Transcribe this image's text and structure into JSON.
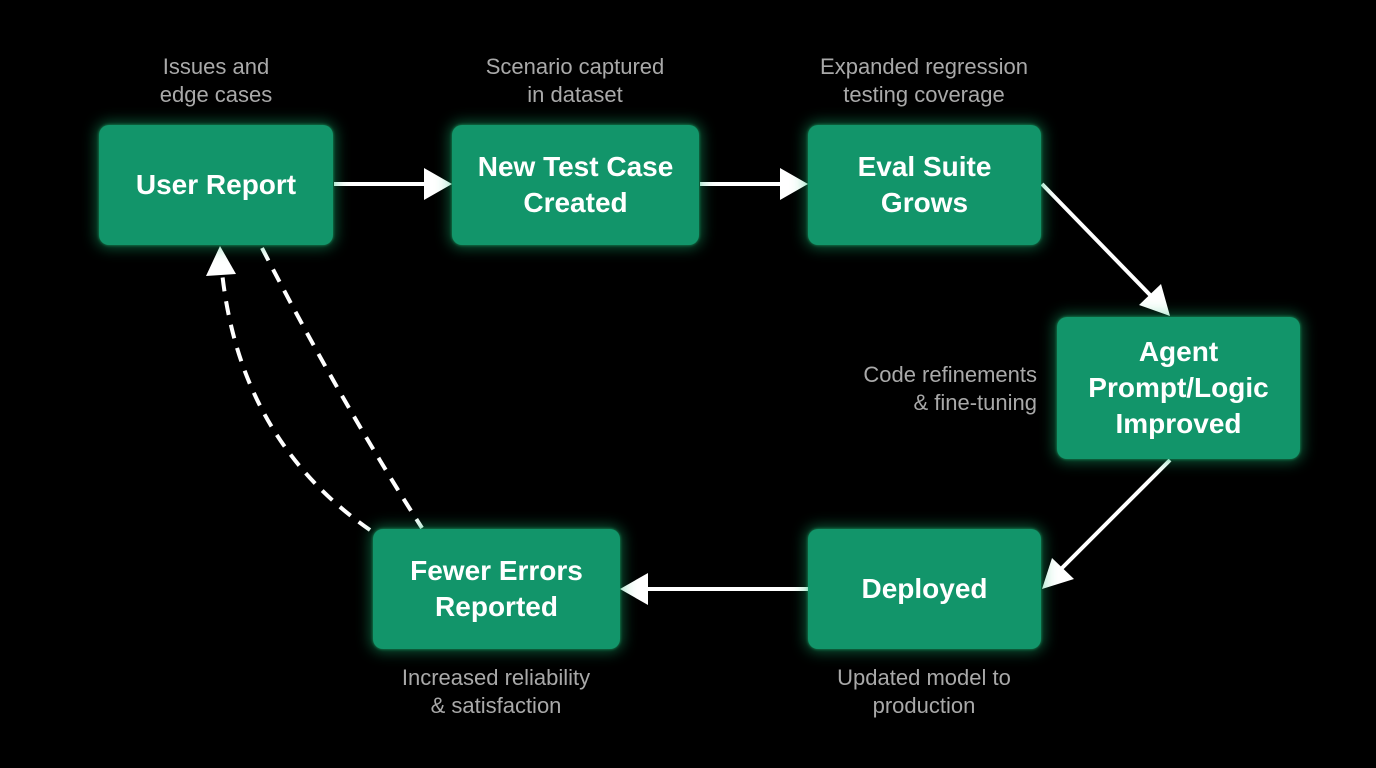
{
  "diagram": {
    "nodes": {
      "user_report": "User Report",
      "new_test_case": "New Test Case\nCreated",
      "eval_suite": "Eval Suite\nGrows",
      "agent_improved": "Agent\nPrompt/Logic\nImproved",
      "deployed": "Deployed",
      "fewer_errors": "Fewer Errors\nReported"
    },
    "captions": {
      "issues": "Issues and\nedge cases",
      "scenario": "Scenario captured\nin dataset",
      "expanded": "Expanded regression\ntesting coverage",
      "code_refinements": "Code refinements\n& fine-tuning",
      "updated_model": "Updated model to\nproduction",
      "increased_reliability": "Increased reliability\n& satisfaction"
    },
    "colors": {
      "background": "#000000",
      "node_fill": "#12956a",
      "node_glow": "#18be78",
      "arrow": "#ffffff",
      "caption_text": "#a9a9a9"
    }
  }
}
